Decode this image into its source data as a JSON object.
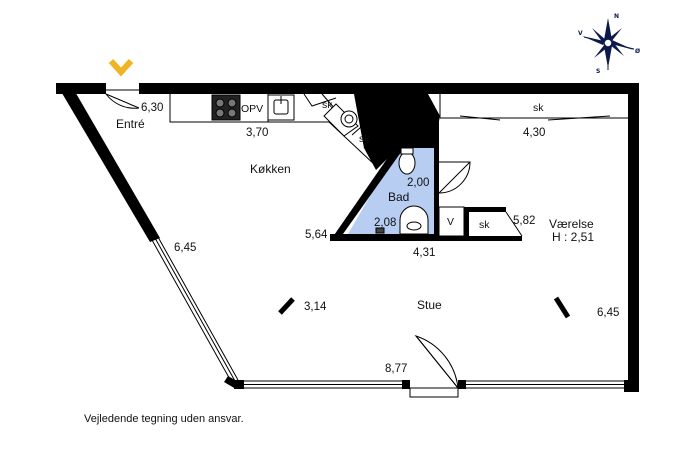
{
  "rooms": {
    "entre": "Entré",
    "kokken": "Køkken",
    "bad": "Bad",
    "stue": "Stue",
    "vaerelse": "Værelse",
    "vaerelse_height": "H : 2,51"
  },
  "fixtures": {
    "opv": "OPV",
    "sk_kitchen_top": "sk",
    "sk_kitchen_corner": "sk",
    "sk_vaerelse_top": "sk",
    "sk_hall": "sk",
    "v": "V"
  },
  "dimensions": {
    "d_6_30": "6,30",
    "d_3_70": "3,70",
    "d_4_30": "4,30",
    "d_2_00": "2,00",
    "d_2_08": "2,08",
    "d_5_82": "5,82",
    "d_5_64": "5,64",
    "d_4_31": "4,31",
    "d_6_45_left": "6,45",
    "d_6_45_right": "6,45",
    "d_3_14": "3,14",
    "d_8_77": "8,77"
  },
  "compass": {
    "n": "N",
    "v": "V",
    "o": "Ø",
    "s": "S"
  },
  "disclaimer": "Vejledende tegning uden ansvar.",
  "colors": {
    "wall": "#000000",
    "bathroom": "#b8cdf2",
    "entrance_marker": "#f0b323",
    "compass": "#0b1a4a"
  }
}
